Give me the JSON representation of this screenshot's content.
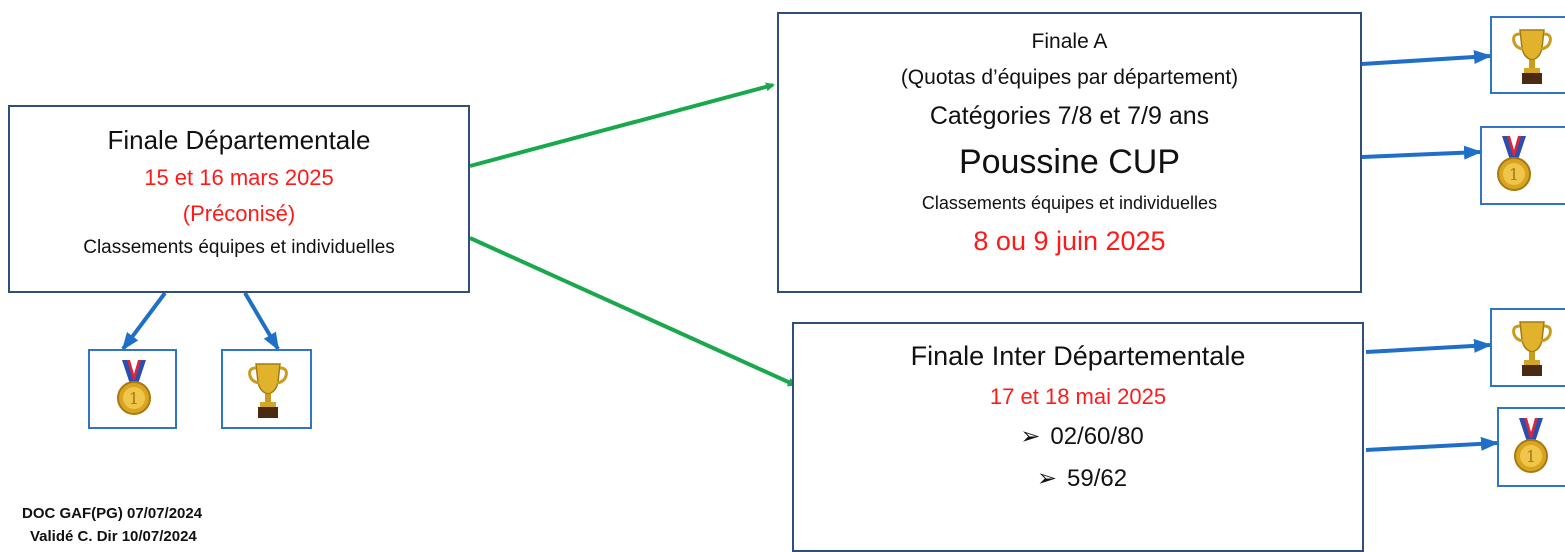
{
  "colors": {
    "box_border": "#2f4f7a",
    "date_red": "#ff1a1a",
    "arrow_green": "#1aa84c",
    "arrow_blue": "#1f6fc6",
    "icon_box_border": "#2e75c8"
  },
  "departmental": {
    "title": "Finale Départementale",
    "date": "15 et 16 mars 2025",
    "note": "(Préconisé)",
    "ranking": "Classements équipes et individuelles"
  },
  "finale_a": {
    "title": "Finale A",
    "quota": "(Quotas d’équipes par département)",
    "categories": "Catégories 7/8 et 7/9 ans",
    "cup": "Poussine CUP",
    "ranking": "Classements équipes et individuelles",
    "date": "8 ou 9 juin 2025"
  },
  "inter": {
    "title": "Finale Inter Départementale",
    "date": "17 et 18 mai 2025",
    "bullet_symbol": "➢",
    "groups": [
      "02/60/80",
      "59/62"
    ]
  },
  "icons": {
    "trophy": "trophy-icon",
    "medal": "medal-icon"
  },
  "footer": {
    "doc": "DOC GAF(PG) 07/07/2024",
    "validation": "Validé C. Dir 10/07/2024"
  }
}
